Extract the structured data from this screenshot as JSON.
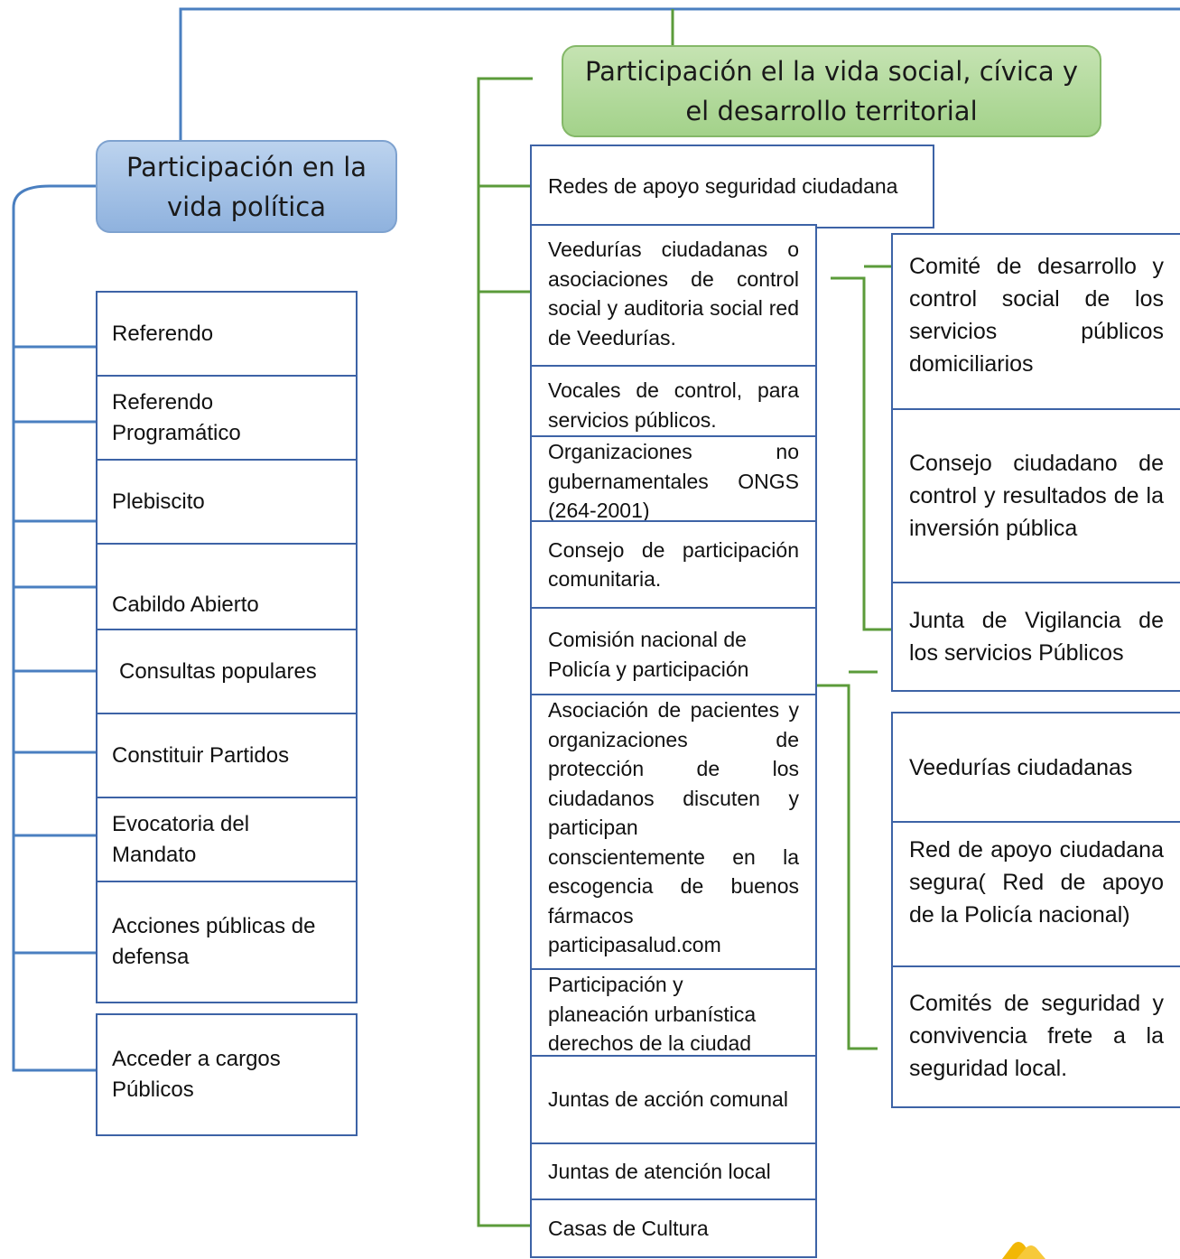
{
  "headers": {
    "political": "Participación en la vida política",
    "social": "Participación el la vida social, cívica y el desarrollo territorial"
  },
  "political_items": [
    "Referendo",
    "Referendo Programático",
    "Plebiscito",
    "Cabildo Abierto",
    "Consultas populares",
    "Constituir Partidos",
    "Evocatoria del Mandato",
    "Acciones públicas de defensa",
    "Acceder a cargos Públicos"
  ],
  "social_items": [
    "Redes de apoyo seguridad ciudadana",
    "Veedurías ciudadanas o asociaciones de control social y auditoria social red de Veedurías.",
    "Vocales de control, para servicios públicos.",
    "Organizaciones no gubernamentales ONGS (264-2001)",
    "Consejo de participación comunitaria.",
    "Comisión nacional de Policía y participación",
    "Asociación de pacientes y organizaciones de protección de los ciudadanos discuten y participan conscientemente en la escogencia de buenos fármacos participasalud.com",
    "Participación y planeación urbanística derechos de la ciudad",
    "Juntas de acción comunal",
    "Juntas de atención local",
    "Casas de Cultura"
  ],
  "veedurias_items": [
    "Comité de desarrollo y control social de los servicios públicos domiciliarios",
    "Consejo ciudadano de control y resultados de la inversión pública",
    "Junta de Vigilancia de los servicios Públicos"
  ],
  "policia_items": [
    "Veedurías ciudadanas",
    "Red de apoyo ciudadana segura( Red de apoyo de la Policía nacional)",
    "Comités de seguridad y convivencia frete a la seguridad local."
  ],
  "colors": {
    "box_border": "#3d63a6",
    "connector_blue": "#4a7fc0",
    "connector_green": "#5b9b3a",
    "header_blue": "#9dbde4",
    "header_green": "#b3d99c"
  },
  "logo_icon": "partial-logo-icon"
}
